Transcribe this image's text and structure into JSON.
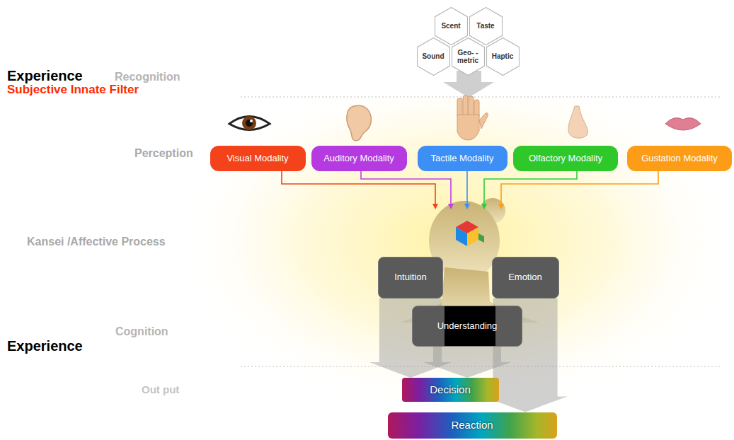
{
  "diagram": {
    "nodes": [
      {
        "text": [
          "Scent"
        ]
      },
      {
        "text": [
          "Taste"
        ]
      },
      {
        "text": [
          "Sound"
        ]
      },
      {
        "text": [
          "Geo- -metric"
        ]
      },
      {
        "text": [
          "Haptic"
        ]
      },
      {
        "text": [
          "Visual Modality"
        ]
      },
      {
        "text": [
          "Auditory Modality"
        ]
      },
      {
        "text": [
          "Tactile Modality"
        ]
      },
      {
        "text": [
          "Olfactory Modality"
        ]
      },
      {
        "text": [
          "Gustation Modality"
        ]
      },
      {
        "text": [
          "Intuition"
        ]
      },
      {
        "text": [
          "Emotion"
        ]
      },
      {
        "text": [
          "Understanding"
        ]
      },
      {
        "text": [
          "Decision"
        ]
      },
      {
        "text": [
          "Reaction"
        ]
      }
    ],
    "edges": [
      {
        "from": 10,
        "to": 13,
        "arrow": "to"
      },
      {
        "from": 12,
        "to": 13,
        "arrow": "to"
      },
      {
        "from": 11,
        "to": 14,
        "arrow": "to"
      }
    ],
    "labels": [
      "Experience",
      "Recognition",
      "Subjective Innate Filter",
      "Perception",
      "Kansei /Affective Process",
      "Experience",
      "Cognition",
      "Out put"
    ]
  }
}
